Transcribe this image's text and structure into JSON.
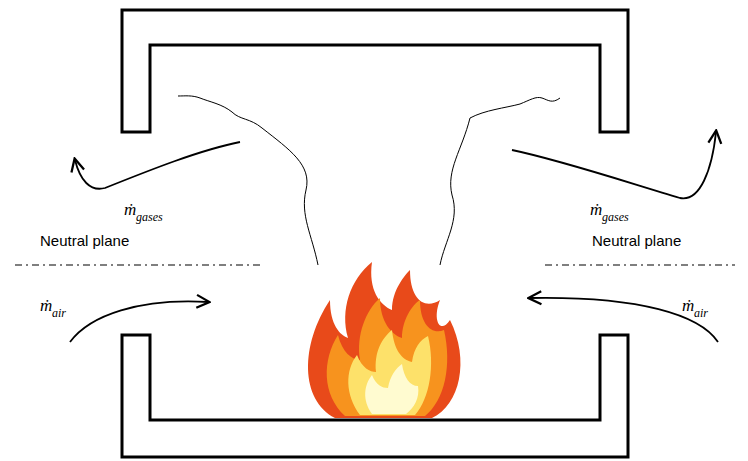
{
  "diagram": {
    "labels": [
      "ṁ",
      "gases",
      "ṁ",
      "gases",
      "Neutral plane",
      "Neutral plane",
      "ṁ",
      "air",
      "ṁ",
      "air"
    ]
  }
}
